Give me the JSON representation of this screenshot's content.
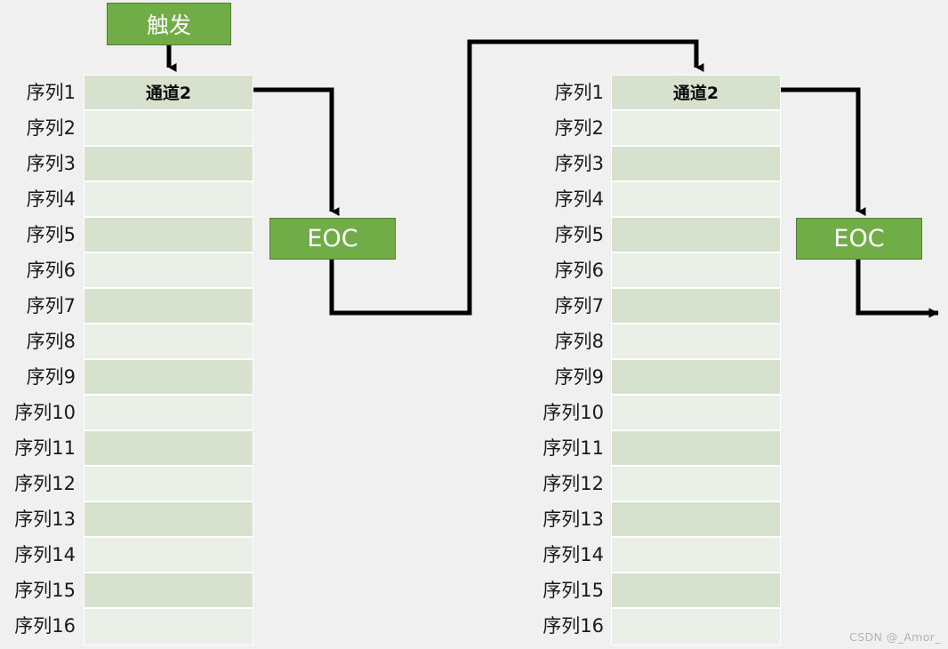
{
  "background_color": "#f0f0f0",
  "colors": {
    "green_box_fill": "#70ad47",
    "green_box_border": "#507e32",
    "row_odd": "#d6e2ce",
    "row_even": "#eaefe7",
    "wire": "#000000",
    "label_text": "#1a1a1a",
    "watermark_text": "#b3b3b3"
  },
  "trigger_box": {
    "label": "触发"
  },
  "groups": [
    {
      "id": "left",
      "header": "通道2",
      "labels": [
        "序列1",
        "序列2",
        "序列3",
        "序列4",
        "序列5",
        "序列6",
        "序列7",
        "序列8",
        "序列9",
        "序列10",
        "序列11",
        "序列12",
        "序列13",
        "序列14",
        "序列15",
        "序列16"
      ],
      "eoc_label": "EOC"
    },
    {
      "id": "right",
      "header": "通道2",
      "labels": [
        "序列1",
        "序列2",
        "序列3",
        "序列4",
        "序列5",
        "序列6",
        "序列7",
        "序列8",
        "序列9",
        "序列10",
        "序列11",
        "序列12",
        "序列13",
        "序列14",
        "序列15",
        "序列16"
      ],
      "eoc_label": "EOC"
    }
  ],
  "watermark": "CSDN @_Amor_"
}
